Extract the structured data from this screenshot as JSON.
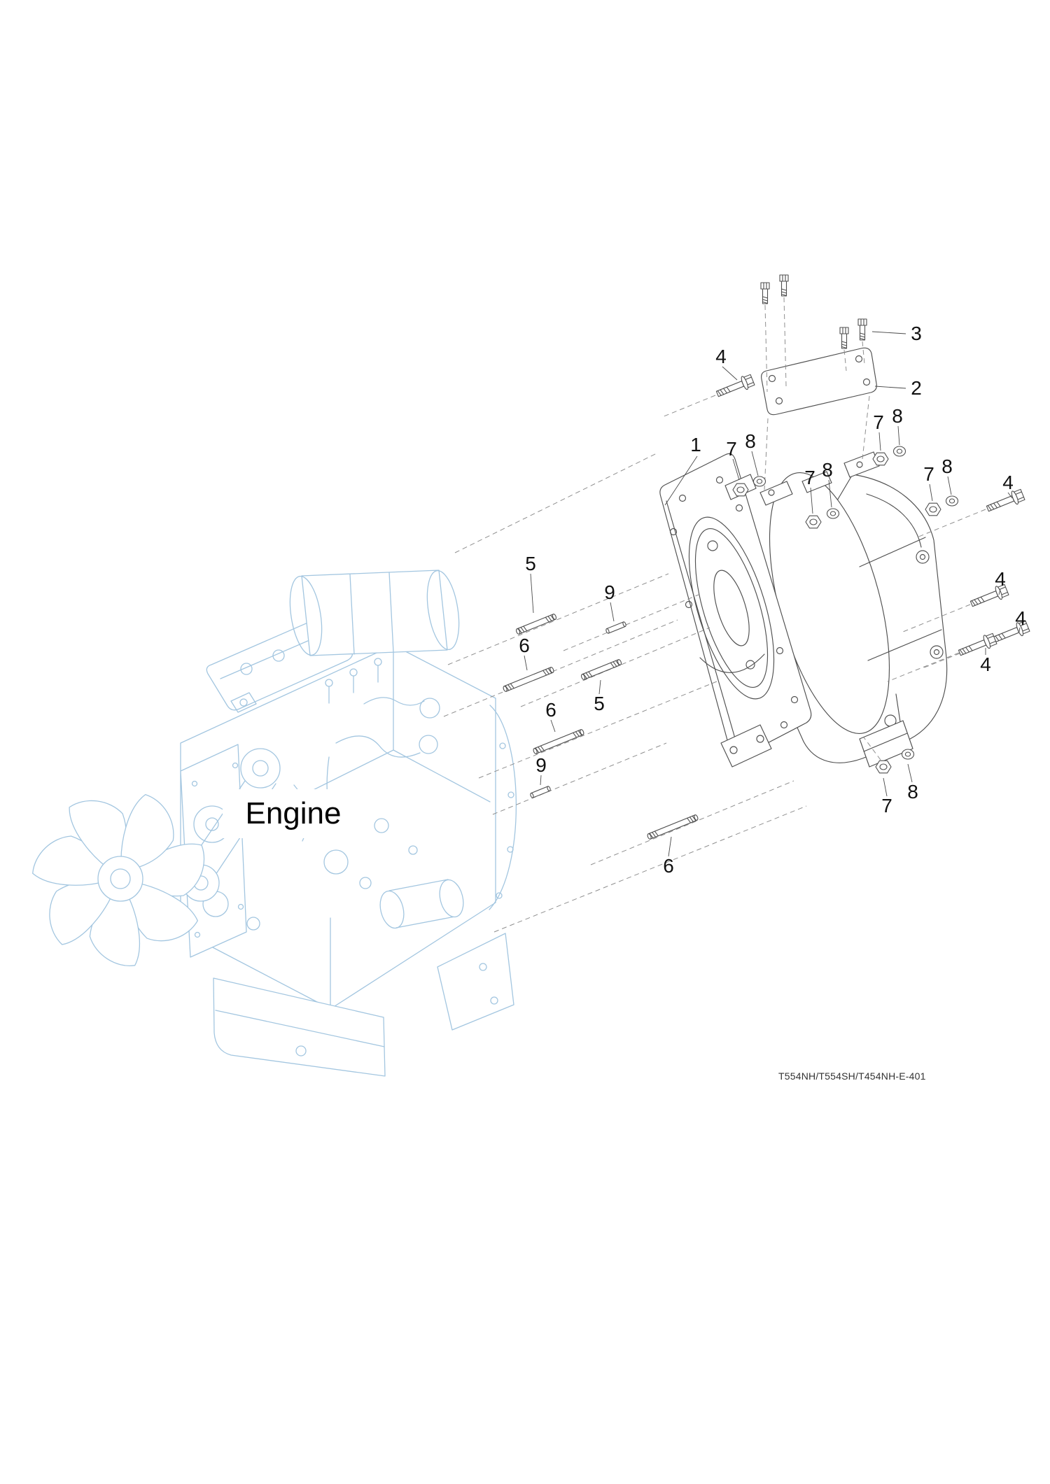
{
  "diagram": {
    "engine_label": "Engine",
    "drawing_code": "T554NH/T554SH/T454NH-E-401",
    "callouts": [
      {
        "part": "4",
        "label": "4"
      },
      {
        "part": "3",
        "label": "3"
      },
      {
        "part": "2",
        "label": "2"
      },
      {
        "part": "1",
        "label": "1"
      },
      {
        "part": "7",
        "label": "7"
      },
      {
        "part": "8",
        "label": "8"
      },
      {
        "part": "7",
        "label": "7"
      },
      {
        "part": "8",
        "label": "8"
      },
      {
        "part": "7",
        "label": "7"
      },
      {
        "part": "8",
        "label": "8"
      },
      {
        "part": "7",
        "label": "7"
      },
      {
        "part": "8",
        "label": "8"
      },
      {
        "part": "4",
        "label": "4"
      },
      {
        "part": "4",
        "label": "4"
      },
      {
        "part": "4",
        "label": "4"
      },
      {
        "part": "4",
        "label": "4"
      },
      {
        "part": "5",
        "label": "5"
      },
      {
        "part": "9",
        "label": "9"
      },
      {
        "part": "6",
        "label": "6"
      },
      {
        "part": "5",
        "label": "5"
      },
      {
        "part": "6",
        "label": "6"
      },
      {
        "part": "9",
        "label": "9"
      },
      {
        "part": "6",
        "label": "6"
      },
      {
        "part": "7",
        "label": "7"
      },
      {
        "part": "8",
        "label": "8"
      }
    ]
  },
  "colors": {
    "engine_line": "#a3c6e0",
    "housing_line": "#4f4f4f",
    "dashed_line": "#8f8f8f",
    "leader_line": "#4a4a4a",
    "text": "#111111",
    "background": "#ffffff"
  }
}
